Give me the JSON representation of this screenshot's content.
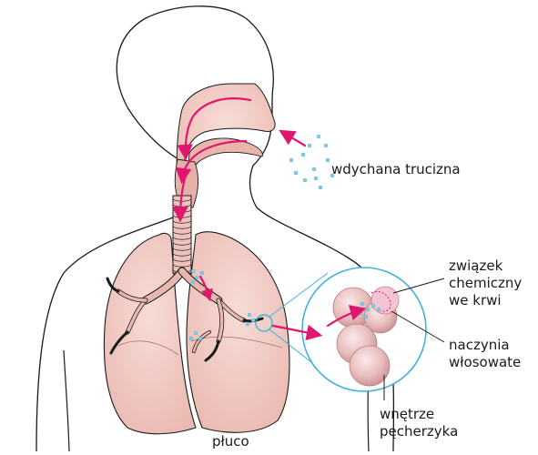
{
  "labels": {
    "inhaled_poison": "wdychana trucizna",
    "chemical_line1": "związek",
    "chemical_line2": "chemiczny",
    "chemical_line3": "we krwi",
    "capillaries_line1": "naczynia",
    "capillaries_line2": "włosowate",
    "alveolus_line1": "wnętrze",
    "alveolus_line2": "pęcherzyka",
    "lung": "płuco"
  },
  "colors": {
    "outline": "#1a1a1a",
    "tissue": "#f0c8c0",
    "tissue_dark": "#c98b84",
    "arrow": "#e0176e",
    "particle": "#7fd0ea",
    "alveolus": "#e7b8b8",
    "zoom_circle": "#3fb3d8"
  }
}
